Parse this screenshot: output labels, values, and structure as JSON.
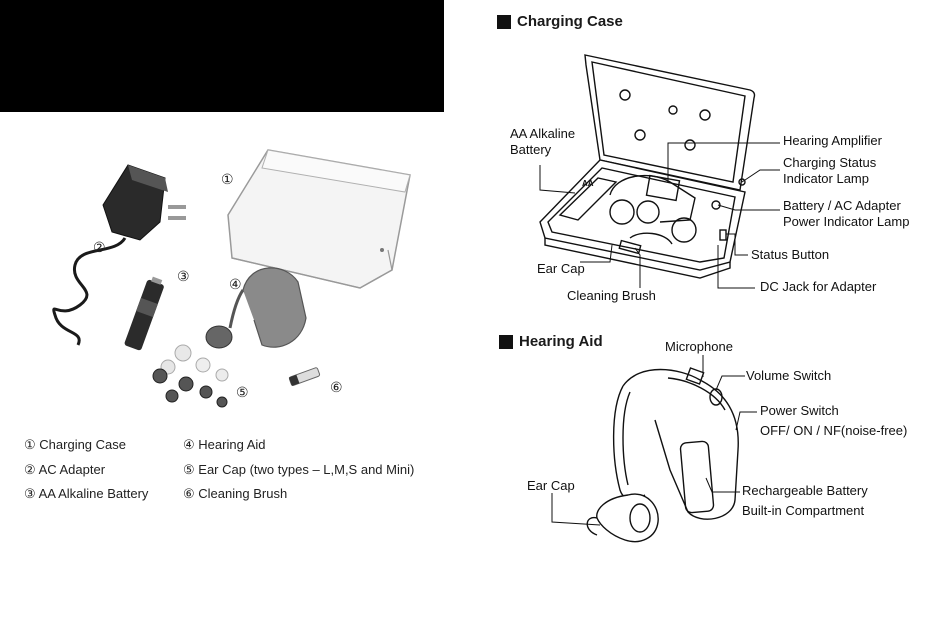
{
  "legend": [
    {
      "num": "①",
      "text": "Charging Case"
    },
    {
      "num": "②",
      "text": "AC Adapter"
    },
    {
      "num": "③",
      "text": "AA Alkaline Battery"
    },
    {
      "num": "④",
      "text": "Hearing Aid"
    },
    {
      "num": "⑤",
      "text": "Ear Cap (two types – L,M,S and Mini)"
    },
    {
      "num": "⑥",
      "text": "Cleaning Brush"
    }
  ],
  "photo_numbers": [
    "①",
    "②",
    "③",
    "④",
    "⑤",
    "⑥"
  ],
  "charging_case": {
    "heading": "Charging Case",
    "labels": {
      "aa_battery_1": "AA Alkaline",
      "aa_battery_2": "Battery",
      "battery_mark": "AA",
      "hearing_amplifier": "Hearing  Amplifier",
      "charging_status_1": "Charging Status",
      "charging_status_2": "Indicator Lamp",
      "power_indicator_1": "Battery / AC Adapter",
      "power_indicator_2": "Power Indicator Lamp",
      "status_button": "Status Button",
      "ear_cap": "Ear Cap",
      "cleaning_brush": "Cleaning Brush",
      "dc_jack": "DC Jack for Adapter"
    }
  },
  "hearing_aid": {
    "heading": "Hearing Aid",
    "labels": {
      "microphone": "Microphone",
      "volume_switch": "Volume Switch",
      "power_switch_1": "Power Switch",
      "power_switch_2": "OFF/ ON / NF(noise-free)",
      "ear_cap": "Ear Cap",
      "rechargeable_1": "Rechargeable Battery",
      "rechargeable_2": "Built-in Compartment"
    }
  },
  "colors": {
    "banner": "#000000",
    "line": "#111111"
  }
}
